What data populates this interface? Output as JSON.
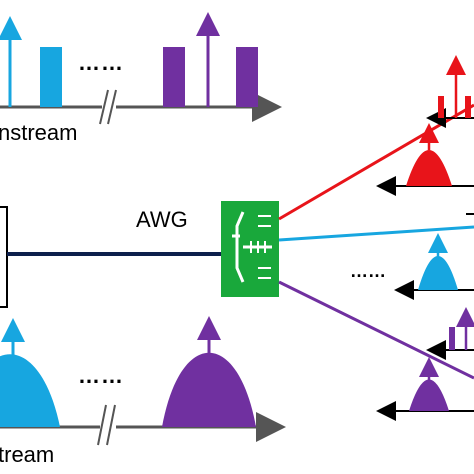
{
  "labels": {
    "upstream_partial": "nstream",
    "downstream_partial": "tream",
    "awg": "AWG",
    "ellipsis_top": "……",
    "ellipsis_bottom": "……",
    "ellipsis_right": "……"
  },
  "colors": {
    "red": "#e8141a",
    "blue": "#17a6e0",
    "purple": "#7030a0",
    "green": "#19a83b",
    "fiber": "#0d1f4c",
    "axis": "#555555",
    "black": "#000000"
  },
  "components": {
    "awg_device": "awg-chip",
    "transmitter": "partial-box"
  },
  "icons": [
    "arrow-up-icon",
    "arrow-left-icon",
    "axis-break-icon"
  ]
}
